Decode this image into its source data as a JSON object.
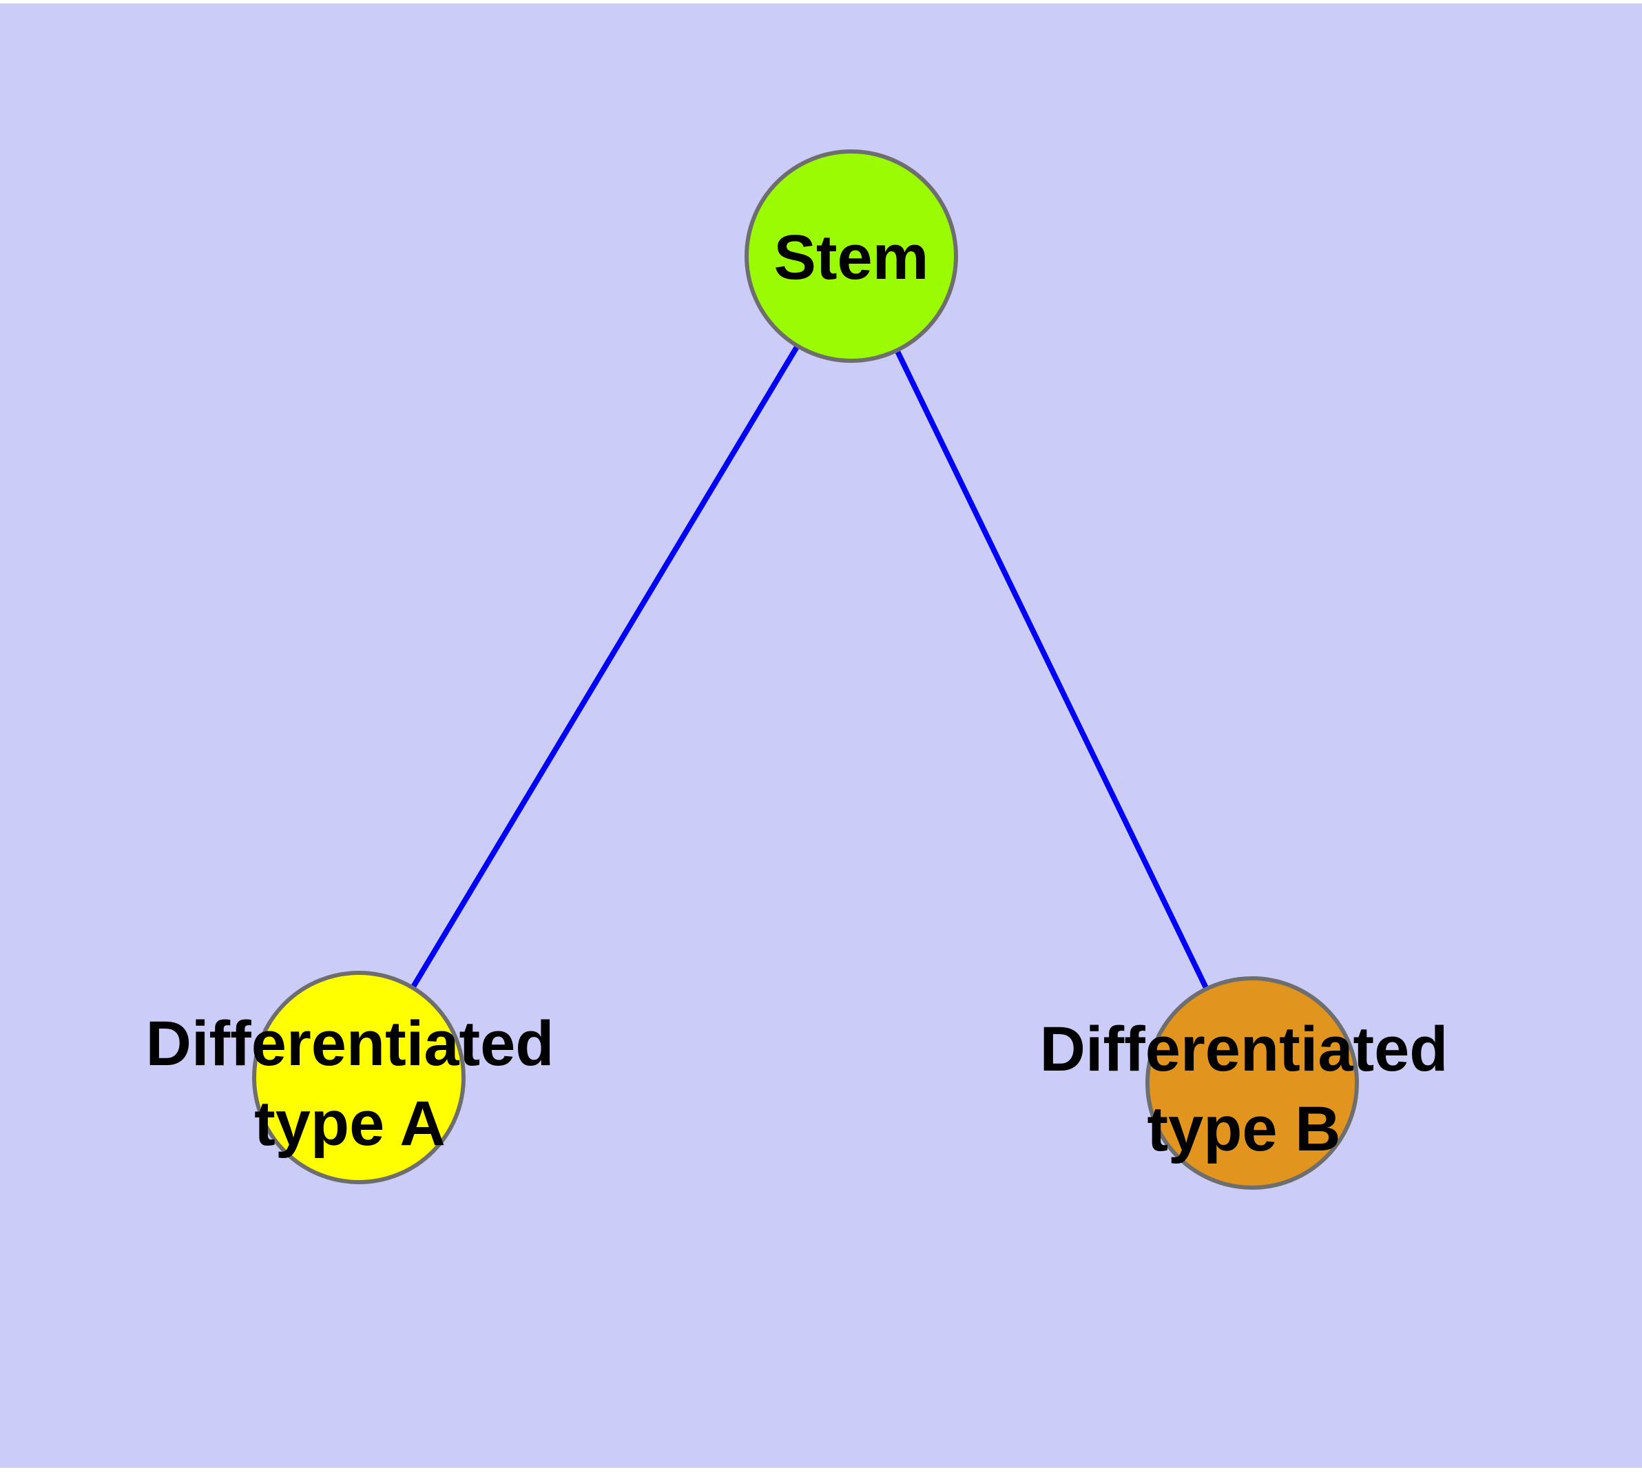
{
  "diagram": {
    "type": "graph",
    "background_color": "#CCCCF8",
    "page_margin_color": "#FFFFFF",
    "edge_color": "#0000F5",
    "node_border_color": "#6E6E6E",
    "label_color": "#000000",
    "nodes": [
      {
        "id": "stem",
        "label": "Stem",
        "lines": [
          "Stem"
        ],
        "color": "#9BFB02"
      },
      {
        "id": "differentiated-type-a",
        "label": "Differentiated type A",
        "lines": [
          "Differentiated",
          "type A"
        ],
        "color": "#FFFF00"
      },
      {
        "id": "differentiated-type-b",
        "label": "Differentiated type B",
        "lines": [
          "Differentiated",
          "type B"
        ],
        "color": "#E2951E"
      }
    ],
    "edges": [
      {
        "from": "Stem",
        "to": "Differentiated type A"
      },
      {
        "from": "Stem",
        "to": "Differentiated type B"
      }
    ]
  }
}
